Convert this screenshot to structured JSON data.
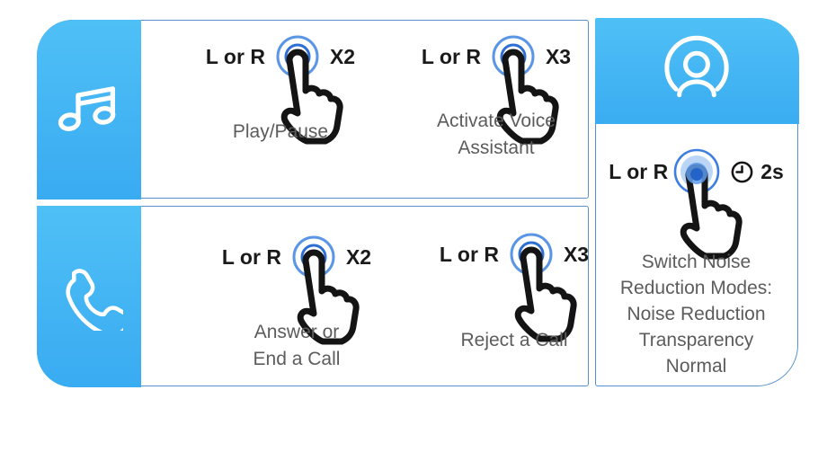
{
  "colors": {
    "panel_blue_top": "#4fc0f6",
    "panel_blue_bottom": "#39abf1",
    "panel_border": "#5590cc",
    "dark_text": "#1a1a1a",
    "label_text": "#5c5c5c",
    "ring_outer": "#5a95e6",
    "ring_inner": "#2e6fd4",
    "hold_light": "#8fbcf0",
    "hold_mid": "#5e9bea",
    "hold_dark": "#2563c9"
  },
  "panels": {
    "music": {
      "icon": "music-note-icon",
      "gesture1": {
        "side": "L or R",
        "count": "X2",
        "label1": "Play/Pause"
      },
      "gesture2": {
        "side": "L or R",
        "count": "X3",
        "label1": "Activate Voice",
        "label2": "Assistant"
      }
    },
    "calls": {
      "icon": "phone-icon",
      "gesture1": {
        "side": "L or R",
        "count": "X2",
        "label1": "Answer or",
        "label2": "End a Call"
      },
      "gesture2": {
        "side": "L or R",
        "count": "X3",
        "label1": "Reject a Call"
      }
    },
    "noise": {
      "icon": "person-icon",
      "gesture": {
        "side": "L or R",
        "duration": "2s",
        "label1": "Switch Noise",
        "label2": "Reduction Modes:",
        "label3": "Noise Reduction",
        "label4": "Transparency",
        "label5": "Normal"
      }
    }
  }
}
